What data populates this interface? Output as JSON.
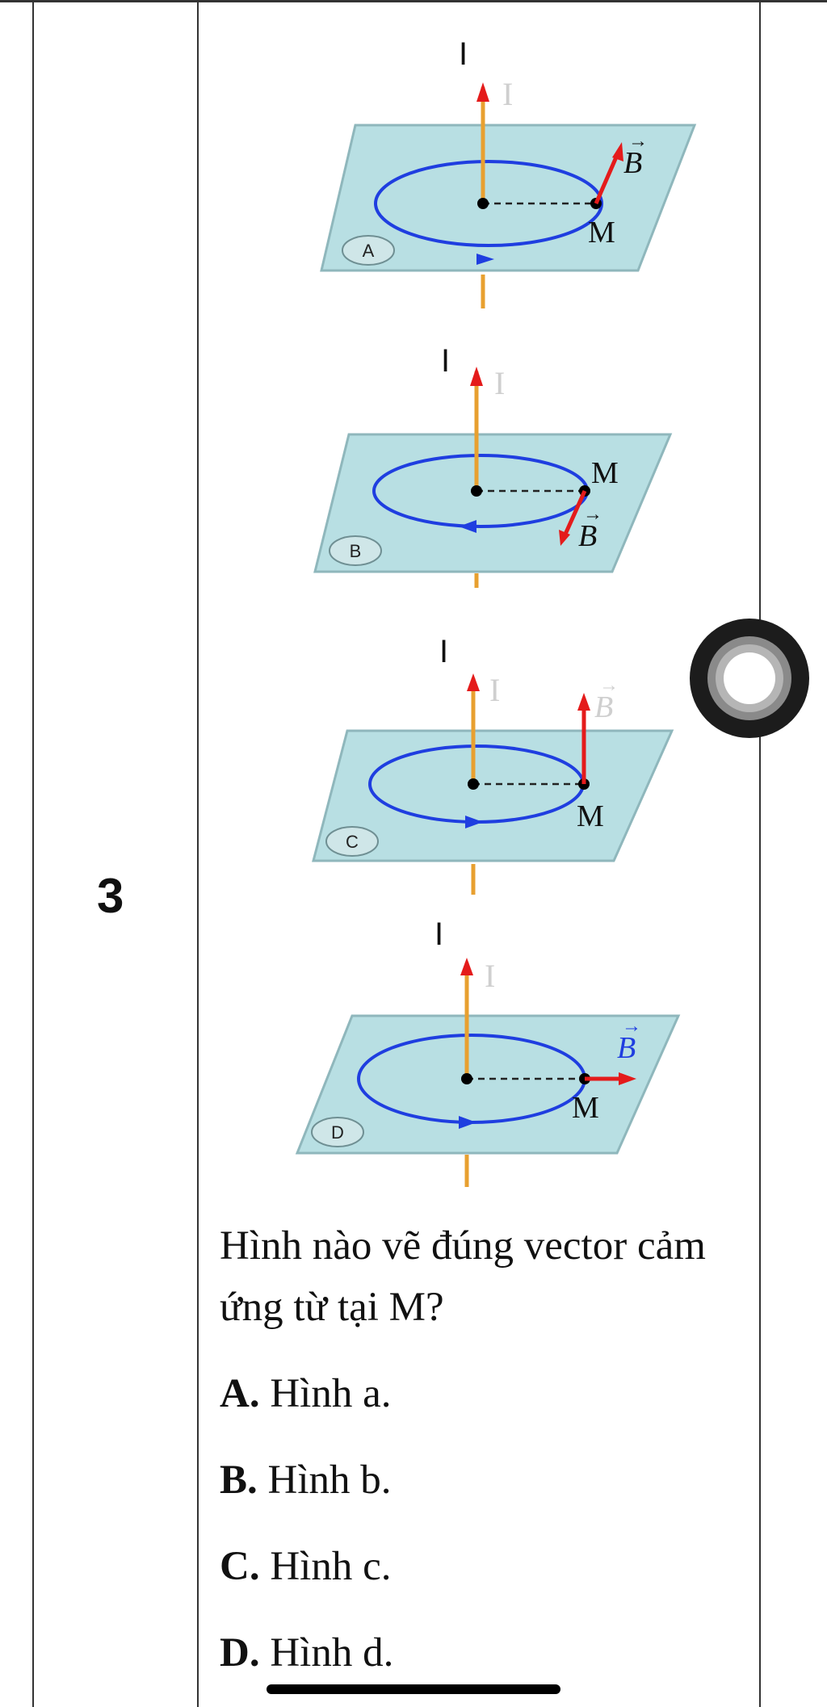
{
  "question": {
    "number": "3",
    "prompt": "Hình nào vẽ đúng vector cảm ứng từ tại M?",
    "options": [
      {
        "letter": "A.",
        "text": " Hình a."
      },
      {
        "letter": "B.",
        "text": " Hình b."
      },
      {
        "letter": "C.",
        "text": " Hình c."
      },
      {
        "letter": "D.",
        "text": " Hình d."
      }
    ]
  },
  "figures": [
    {
      "tag": "A",
      "wire_label": "I",
      "current_label": "I",
      "field_label": "B",
      "point_label": "M"
    },
    {
      "tag": "B",
      "wire_label": "I",
      "current_label": "I",
      "field_label": "B",
      "point_label": "M"
    },
    {
      "tag": "C",
      "wire_label": "I",
      "current_label": "I",
      "field_label": "B",
      "point_label": "M"
    },
    {
      "tag": "D",
      "wire_label": "I",
      "current_label": "I",
      "field_label": "B",
      "point_label": "M"
    }
  ],
  "colors": {
    "plane": "#b8dfe3",
    "plane_edge": "#8fb7bc",
    "wire": "#e8a030",
    "loop": "#1f3ee0",
    "vector": "#e41b1b"
  }
}
